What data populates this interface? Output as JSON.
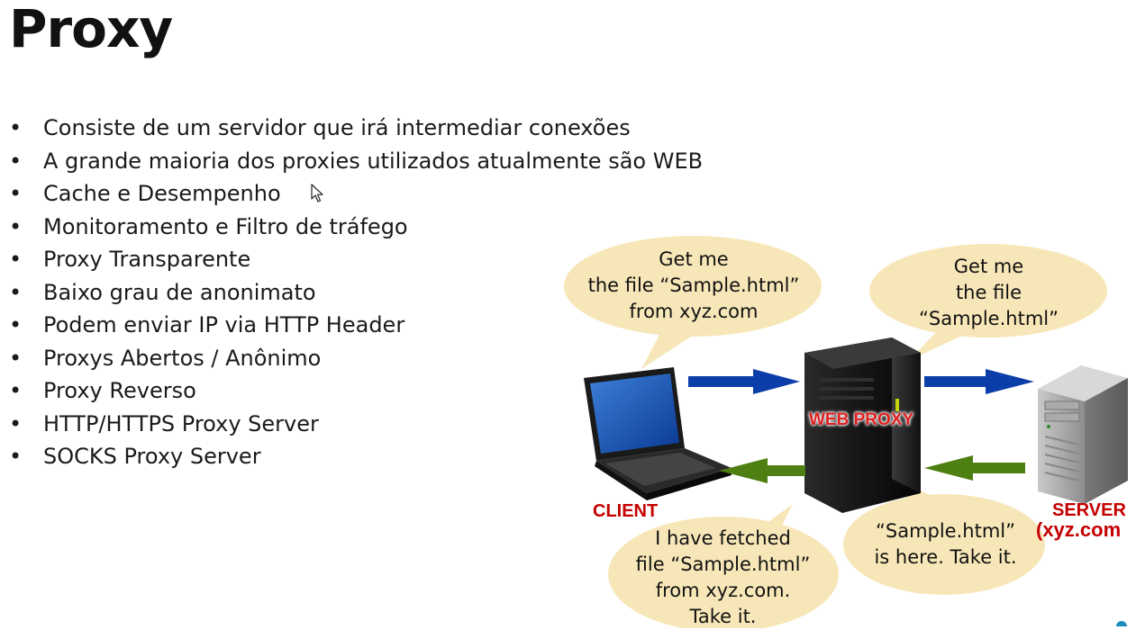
{
  "slide": {
    "title": "Proxy",
    "bullet_glyph": "•",
    "bullets": [
      "Consiste de um servidor que irá intermediar conexões",
      "A grande maioria dos proxies utilizados atualmente são WEB",
      "Cache e Desempenho",
      "Monitoramento e Filtro de tráfego",
      "Proxy Transparente",
      "Baixo grau de anonimato",
      "Podem enviar IP via HTTP Header",
      "Proxys Abertos / Anônimo",
      "Proxy Reverso",
      "HTTP/HTTPS Proxy Server",
      "SOCKS Proxy Server"
    ]
  },
  "diagram": {
    "bubbles": {
      "client_request": [
        "Get me",
        "the file “Sample.html”",
        "from xyz.com"
      ],
      "proxy_request": [
        "Get me",
        "the file",
        "“Sample.html”"
      ],
      "server_response": [
        "“Sample.html”",
        "is here. Take it."
      ],
      "proxy_response": [
        "I have fetched",
        "file “Sample.html”",
        "from xyz.com.",
        "Take it."
      ]
    },
    "labels": {
      "client": "CLIENT",
      "web_proxy": "WEB PROXY",
      "server": "SERVER",
      "server_domain": "(xyz.com"
    },
    "colors": {
      "bubble": "#f7e7b8",
      "request_arrow": "#0b3ea8",
      "response_arrow": "#4e7f12",
      "label_red": "#c40000"
    }
  }
}
